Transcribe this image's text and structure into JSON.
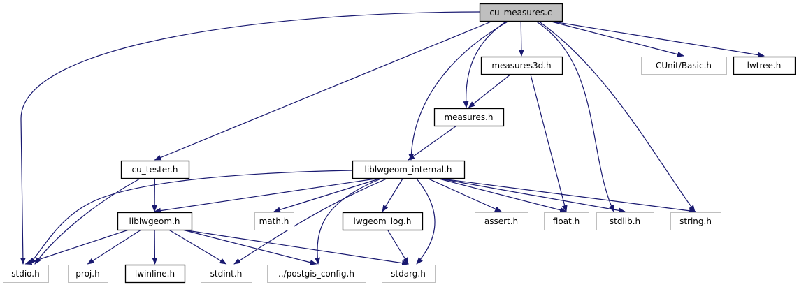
{
  "graph": {
    "root": "cu_measures.c",
    "colors": {
      "edge": "#191970",
      "root_fill": "#bfbfbf",
      "documented_border": "#000000",
      "undocumented_border": "#bfbfbf"
    },
    "nodes": [
      {
        "id": "cu_measures.c",
        "label": "cu_measures.c",
        "kind": "root"
      },
      {
        "id": "measures3d.h",
        "label": "measures3d.h",
        "kind": "documented"
      },
      {
        "id": "CUnit/Basic.h",
        "label": "CUnit/Basic.h",
        "kind": "external"
      },
      {
        "id": "lwtree.h",
        "label": "lwtree.h",
        "kind": "documented"
      },
      {
        "id": "measures.h",
        "label": "measures.h",
        "kind": "documented"
      },
      {
        "id": "cu_tester.h",
        "label": "cu_tester.h",
        "kind": "documented"
      },
      {
        "id": "liblwgeom_internal.h",
        "label": "liblwgeom_internal.h",
        "kind": "documented"
      },
      {
        "id": "liblwgeom.h",
        "label": "liblwgeom.h",
        "kind": "documented"
      },
      {
        "id": "math.h",
        "label": "math.h",
        "kind": "external"
      },
      {
        "id": "lwgeom_log.h",
        "label": "lwgeom_log.h",
        "kind": "documented"
      },
      {
        "id": "assert.h",
        "label": "assert.h",
        "kind": "external"
      },
      {
        "id": "float.h",
        "label": "float.h",
        "kind": "external"
      },
      {
        "id": "stdlib.h",
        "label": "stdlib.h",
        "kind": "external"
      },
      {
        "id": "string.h",
        "label": "string.h",
        "kind": "external"
      },
      {
        "id": "stdio.h",
        "label": "stdio.h",
        "kind": "external"
      },
      {
        "id": "proj.h",
        "label": "proj.h",
        "kind": "external"
      },
      {
        "id": "lwinline.h",
        "label": "lwinline.h",
        "kind": "documented"
      },
      {
        "id": "stdint.h",
        "label": "stdint.h",
        "kind": "external"
      },
      {
        "id": "../postgis_config.h",
        "label": "../postgis_config.h",
        "kind": "external"
      },
      {
        "id": "stdarg.h",
        "label": "stdarg.h",
        "kind": "external"
      }
    ],
    "edges": [
      [
        "cu_measures.c",
        "stdio.h"
      ],
      [
        "cu_measures.c",
        "cu_tester.h"
      ],
      [
        "cu_measures.c",
        "liblwgeom_internal.h"
      ],
      [
        "cu_measures.c",
        "measures.h"
      ],
      [
        "cu_measures.c",
        "measures3d.h"
      ],
      [
        "cu_measures.c",
        "stdlib.h"
      ],
      [
        "cu_measures.c",
        "string.h"
      ],
      [
        "cu_measures.c",
        "CUnit/Basic.h"
      ],
      [
        "cu_measures.c",
        "lwtree.h"
      ],
      [
        "measures3d.h",
        "measures.h"
      ],
      [
        "measures3d.h",
        "float.h"
      ],
      [
        "measures.h",
        "liblwgeom_internal.h"
      ],
      [
        "cu_tester.h",
        "stdio.h"
      ],
      [
        "cu_tester.h",
        "liblwgeom.h"
      ],
      [
        "liblwgeom_internal.h",
        "stdio.h"
      ],
      [
        "liblwgeom_internal.h",
        "liblwgeom.h"
      ],
      [
        "liblwgeom_internal.h",
        "math.h"
      ],
      [
        "liblwgeom_internal.h",
        "stdint.h"
      ],
      [
        "liblwgeom_internal.h",
        "../postgis_config.h"
      ],
      [
        "liblwgeom_internal.h",
        "lwgeom_log.h"
      ],
      [
        "liblwgeom_internal.h",
        "stdarg.h"
      ],
      [
        "liblwgeom_internal.h",
        "assert.h"
      ],
      [
        "liblwgeom_internal.h",
        "float.h"
      ],
      [
        "liblwgeom_internal.h",
        "stdlib.h"
      ],
      [
        "liblwgeom_internal.h",
        "string.h"
      ],
      [
        "liblwgeom.h",
        "stdio.h"
      ],
      [
        "liblwgeom.h",
        "proj.h"
      ],
      [
        "liblwgeom.h",
        "lwinline.h"
      ],
      [
        "liblwgeom.h",
        "stdint.h"
      ],
      [
        "liblwgeom.h",
        "../postgis_config.h"
      ],
      [
        "liblwgeom.h",
        "stdarg.h"
      ],
      [
        "lwgeom_log.h",
        "stdarg.h"
      ]
    ]
  }
}
